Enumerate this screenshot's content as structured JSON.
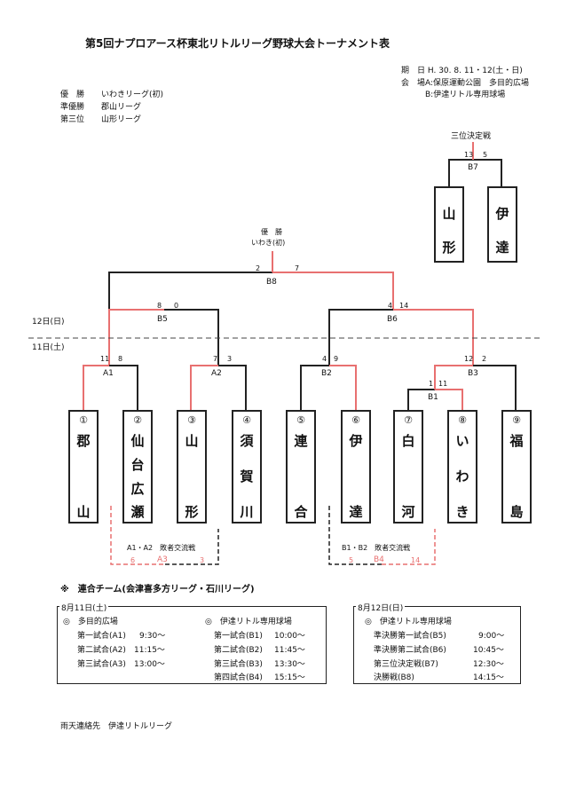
{
  "title": "第5回ナプロアース杯東北リトルリーグ野球大会トーナメント表",
  "meta": {
    "date": "期　日 H. 30. 8. 11・12(土・日)",
    "venue": "会　場A:保原運動公園　多目的広場",
    "venue_b": "B:伊達リトル専用球場"
  },
  "results": [
    {
      "label": "優　勝",
      "value": "いわきリーグ(初)"
    },
    {
      "label": "準優勝",
      "value": "郡山リーグ"
    },
    {
      "label": "第三位",
      "value": "山形リーグ"
    }
  ],
  "champion": {
    "label": "優　勝",
    "value": "いわき(初)"
  },
  "third_place": {
    "title": "三位決定戦",
    "code": "B7",
    "score_left": "13",
    "score_right": "5",
    "teams": [
      {
        "c1": "山",
        "c2": "形"
      },
      {
        "c1": "伊",
        "c2": "達"
      }
    ]
  },
  "final": {
    "code": "B8",
    "score_left": "2",
    "score_right": "7"
  },
  "semis": [
    {
      "code": "B5",
      "score_left": "8",
      "score_right": "0"
    },
    {
      "code": "B6",
      "score_left": "4",
      "score_right": "14"
    }
  ],
  "day_labels": {
    "day12": "12日(日)",
    "day11": "11日(土)"
  },
  "round1": [
    {
      "code": "A1",
      "score_left": "11",
      "score_right": "8"
    },
    {
      "code": "A2",
      "score_left": "7",
      "score_right": "3"
    },
    {
      "code": "B2",
      "score_left": "4",
      "score_right": "9"
    },
    {
      "code": "B3",
      "score_left": "12",
      "score_right": "2"
    },
    {
      "code": "B1",
      "score_left": "1",
      "score_right": "11"
    }
  ],
  "teams": [
    {
      "num": "①",
      "chars": [
        "郡",
        "山"
      ]
    },
    {
      "num": "②",
      "chars": [
        "仙",
        "台",
        "広",
        "瀬"
      ]
    },
    {
      "num": "③",
      "chars": [
        "山",
        "形"
      ]
    },
    {
      "num": "④",
      "chars": [
        "須",
        "賀",
        "川"
      ]
    },
    {
      "num": "⑤",
      "chars": [
        "連",
        "合"
      ]
    },
    {
      "num": "⑥",
      "chars": [
        "伊",
        "達"
      ]
    },
    {
      "num": "⑦",
      "chars": [
        "白",
        "河"
      ]
    },
    {
      "num": "⑧",
      "chars": [
        "い",
        "わ",
        "き"
      ]
    },
    {
      "num": "⑨",
      "chars": [
        "福",
        "島"
      ]
    }
  ],
  "exchange": [
    {
      "label": "A1・A2　敗者交流戦",
      "code": "A3",
      "score_left": "6",
      "score_right": "3"
    },
    {
      "label": "B1・B2　敗者交流戦",
      "code": "B4",
      "score_left": "5",
      "score_right": "14"
    }
  ],
  "note": "※　連合チーム(会津喜多方リーグ・石川リーグ)",
  "schedule_day1": {
    "heading": "8月11日(土)",
    "venue_a": "◎　多目的広場",
    "venue_a_rows": [
      {
        "game": "第一試合(A1)",
        "time": "9:30〜"
      },
      {
        "game": "第二試合(A2)",
        "time": "11:15〜"
      },
      {
        "game": "第三試合(A3)",
        "time": "13:00〜"
      }
    ],
    "venue_b": "◎　伊達リトル専用球場",
    "venue_b_rows": [
      {
        "game": "第一試合(B1)",
        "time": "10:00〜"
      },
      {
        "game": "第二試合(B2)",
        "time": "11:45〜"
      },
      {
        "game": "第三試合(B3)",
        "time": "13:30〜"
      },
      {
        "game": "第四試合(B4)",
        "time": "15:15〜"
      }
    ]
  },
  "schedule_day2": {
    "heading": "8月12日(日)",
    "venue": "◎　伊達リトル専用球場",
    "rows": [
      {
        "game": "準決勝第一試合(B5)",
        "time": "9:00〜"
      },
      {
        "game": "準決勝第二試合(B6)",
        "time": "10:45〜"
      },
      {
        "game": "第三位決定戦(B7)",
        "time": "12:30〜"
      },
      {
        "game": "決勝戦(B8)",
        "time": "14:15〜"
      }
    ]
  },
  "rain_contact": "雨天連絡先　伊達リトルリーグ",
  "colors": {
    "win": "#e87070",
    "lose": "#222222",
    "exchange": "#e87070"
  }
}
